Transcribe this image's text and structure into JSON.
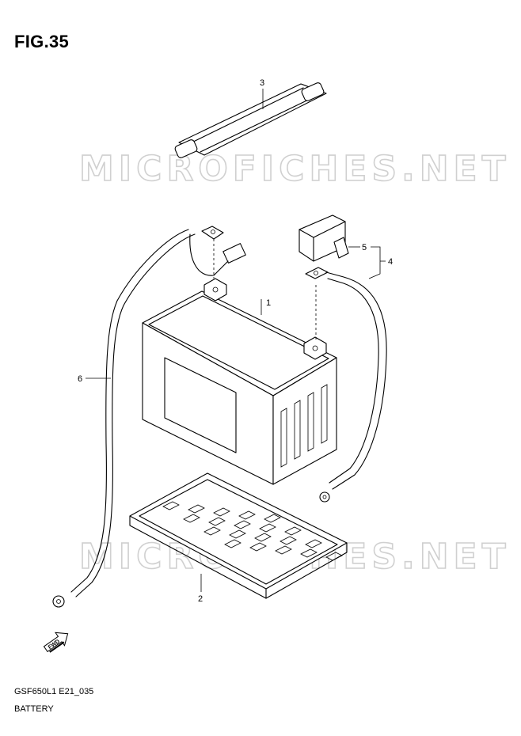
{
  "figure": {
    "title": "FIG.35",
    "model_code": "GSF650L1 E21_035",
    "section_name": "BATTERY"
  },
  "watermark": {
    "text": "MICROFICHES.NET"
  },
  "callouts": [
    {
      "number": "1",
      "part": "battery"
    },
    {
      "number": "2",
      "part": "battery-tray"
    },
    {
      "number": "3",
      "part": "battery-band"
    },
    {
      "number": "4",
      "part": "positive-cable-assembly"
    },
    {
      "number": "5",
      "part": "terminal-cover"
    },
    {
      "number": "6",
      "part": "negative-cable"
    }
  ],
  "direction_indicator": {
    "label": "FWD",
    "icon": "forward-arrow-icon"
  }
}
